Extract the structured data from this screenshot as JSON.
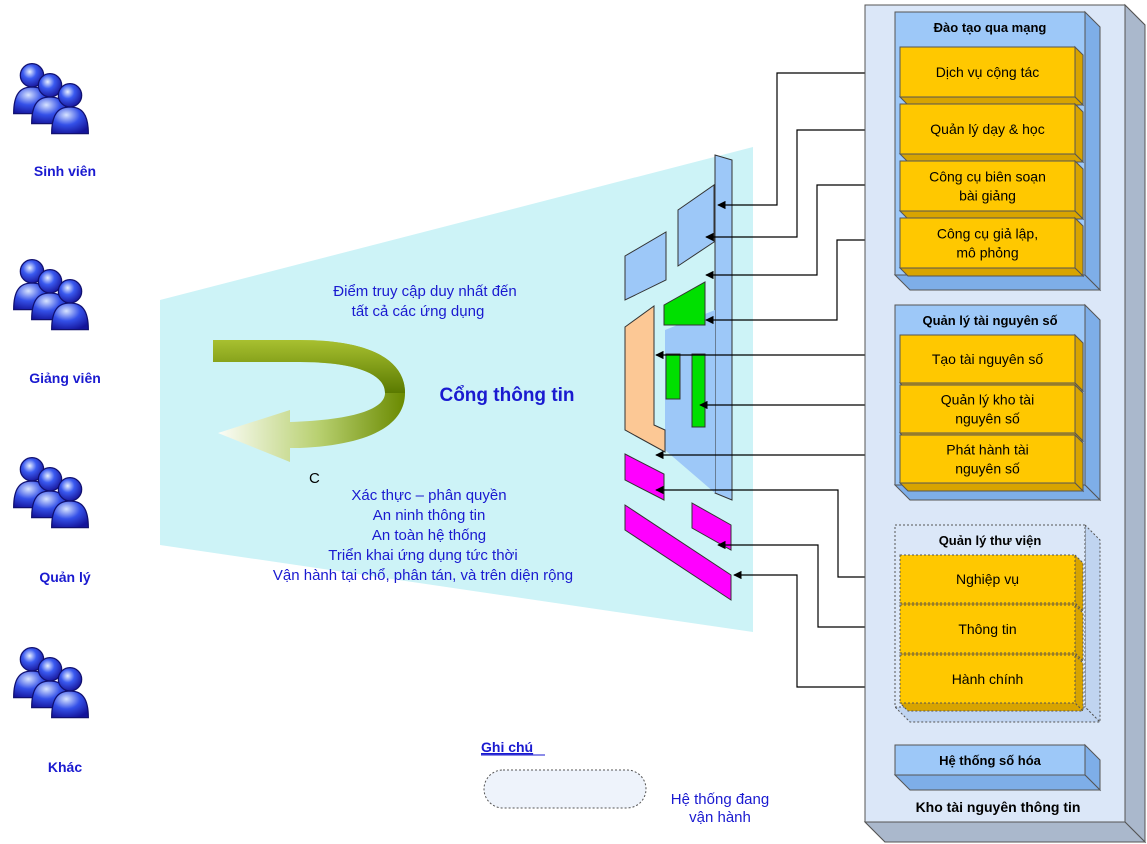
{
  "users": [
    "Sinh viên",
    "Giảng viên",
    "Quản lý",
    "Khác"
  ],
  "portal": {
    "access_line1": "Điểm truy cập duy nhất đến",
    "access_line2": "tất cả các ứng dụng",
    "title": "Cổng thông tin",
    "marker": "C",
    "features": [
      "Xác thực – phân quyền",
      "An ninh thông tin",
      "An toàn hệ thống",
      "Triển khai ứng dụng tức thời",
      "Vận hành tại chổ, phân tán, và trên diện rộng"
    ]
  },
  "repository": {
    "title": "Kho tài nguyên thông tin",
    "groups": [
      {
        "title": "Đào tạo qua mạng",
        "items": [
          [
            "Dịch vụ cộng tác"
          ],
          [
            "Quản lý dạy & học"
          ],
          [
            "Công cụ biên soạn",
            "bài giảng"
          ],
          [
            "Công cụ giả lập,",
            "mô phỏng"
          ]
        ]
      },
      {
        "title": "Quản lý tài nguyên số",
        "items": [
          [
            "Tạo tài nguyên số"
          ],
          [
            "Quản lý kho tài",
            "nguyên số"
          ],
          [
            "Phát hành tài",
            "nguyên số"
          ]
        ]
      },
      {
        "title": "Quản lý thư viện",
        "items": [
          [
            "Nghiệp vụ"
          ],
          [
            "Thông tin"
          ],
          [
            "Hành chính"
          ]
        ]
      },
      {
        "title": "Hệ thống số hóa",
        "items": []
      }
    ]
  },
  "legend": {
    "title": "Ghi chú",
    "line1": "Hệ thống đang",
    "line2": "vận hành"
  },
  "colors": {
    "text_blue": "#1a1ad0",
    "funnel": "#cdf3f7",
    "item_fill": "#ffc800",
    "panel_fill": "#9dc8f8",
    "outer_fill": "#dbe7f8",
    "green_arrow": "#7a9a10",
    "magenta": "#ff00ff",
    "green": "#00e000",
    "peach": "#fcc895"
  }
}
